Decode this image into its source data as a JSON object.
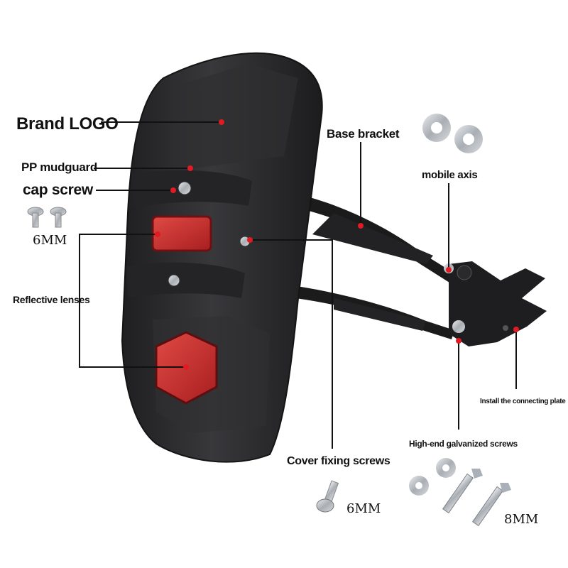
{
  "labels": {
    "brand_logo": "Brand LOGO",
    "pp_mudguard": "PP mudguard",
    "cap_screw": "cap screw",
    "cap_screw_size": "6MM",
    "reflective_lenses": "Reflective lenses",
    "base_bracket": "Base bracket",
    "mobile_axis": "mobile axis",
    "install_plate": "Install the connecting plate",
    "galvanized_screws": "High-end galvanized screws",
    "cover_fixing_screws": "Cover fixing screws",
    "cover_screw_size": "6MM",
    "galvanized_size": "8MM"
  },
  "colors": {
    "fender": "#2b2b2d",
    "fender_edge": "#1a1a1b",
    "reflector": "#c8282a",
    "pointer_dot": "#e01b24",
    "leader_line": "#111111",
    "metal": "#b9bdc2"
  }
}
